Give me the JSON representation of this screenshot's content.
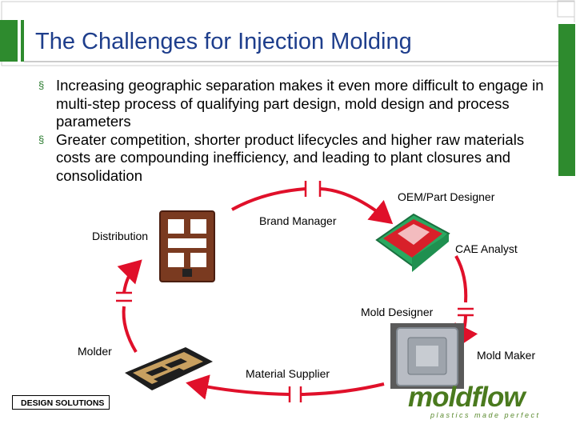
{
  "slide": {
    "title": "The Challenges for Injection Molding",
    "bullets": [
      "Increasing geographic separation makes it even more difficult to engage in multi-step process of qualifying part design, mold design and process parameters",
      "Greater competition, shorter product lifecycles and higher raw materials costs are compounding inefficiency, and leading to plant closures and consolidation"
    ],
    "bullet_marker": "§"
  },
  "cycle": {
    "roles": {
      "oem": "OEM/Part Designer",
      "brand": "Brand Manager",
      "distribution": "Distribution",
      "cae": "CAE Analyst",
      "mold_designer": "Mold Designer",
      "molder": "Molder",
      "mold_maker": "Mold Maker",
      "material_supplier": "Material Supplier"
    },
    "arrow_color": "#e0102a"
  },
  "footer": {
    "label": "DESIGN SOLUTIONS"
  },
  "logo": {
    "word": "moldflow",
    "tagline": "plastics made perfect",
    "color": "#4a7a1e"
  },
  "colors": {
    "title": "#1e3e8c",
    "frame": "#2e8b2e",
    "bullet": "#2e7d32"
  }
}
